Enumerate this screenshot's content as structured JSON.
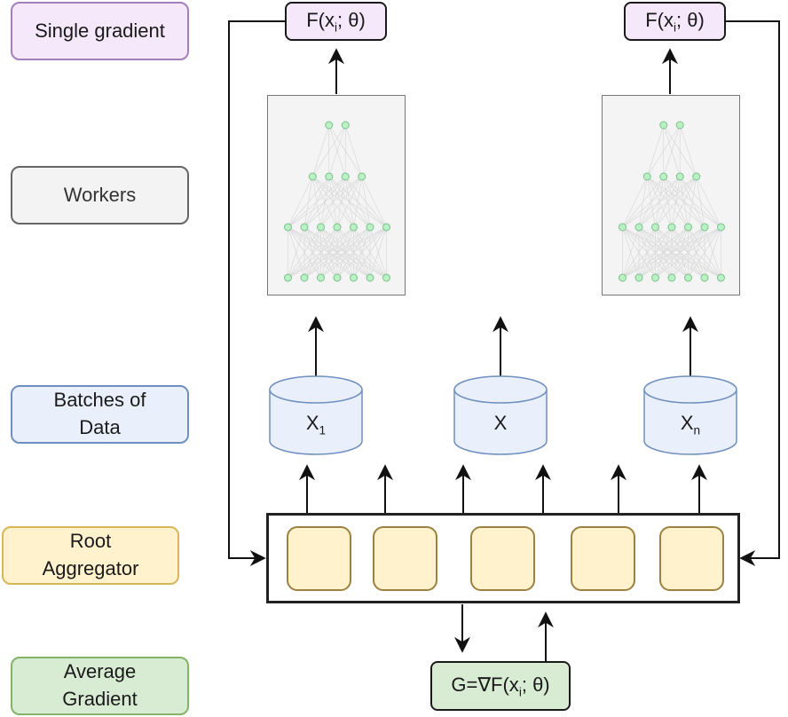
{
  "legend": {
    "single_gradient": "Single gradient",
    "workers": "Workers",
    "batches_line1": "Batches of",
    "batches_line2": "Data",
    "root_line1": "Root",
    "root_line2": "Aggregator",
    "average_line1": "Average",
    "average_line2": "Gradient"
  },
  "outputs": {
    "left": {
      "prefix": "F(x",
      "sub": "i",
      "suffix": "; θ)"
    },
    "right": {
      "prefix": "F(x",
      "sub": "i",
      "suffix": "; θ)"
    }
  },
  "batches": [
    {
      "base": "X",
      "sub": "1"
    },
    {
      "base": "X",
      "sub": ""
    },
    {
      "base": "X",
      "sub": "n"
    }
  ],
  "gradient_box": {
    "prefix": "G=∇F(x",
    "sub": "i",
    "suffix": "; θ)"
  },
  "network": {
    "layers": [
      2,
      4,
      7,
      7
    ]
  },
  "aggregator": {
    "cell_count": 5
  },
  "colors": {
    "legend_single_gradient": "#f5e8fb",
    "legend_workers": "#f3f3f3",
    "legend_batches": "#eaf0fb",
    "legend_root": "#fff2cc",
    "legend_average": "#d8ecd4",
    "node_fill": "#b9f0c4",
    "node_stroke": "#7cc18a"
  }
}
